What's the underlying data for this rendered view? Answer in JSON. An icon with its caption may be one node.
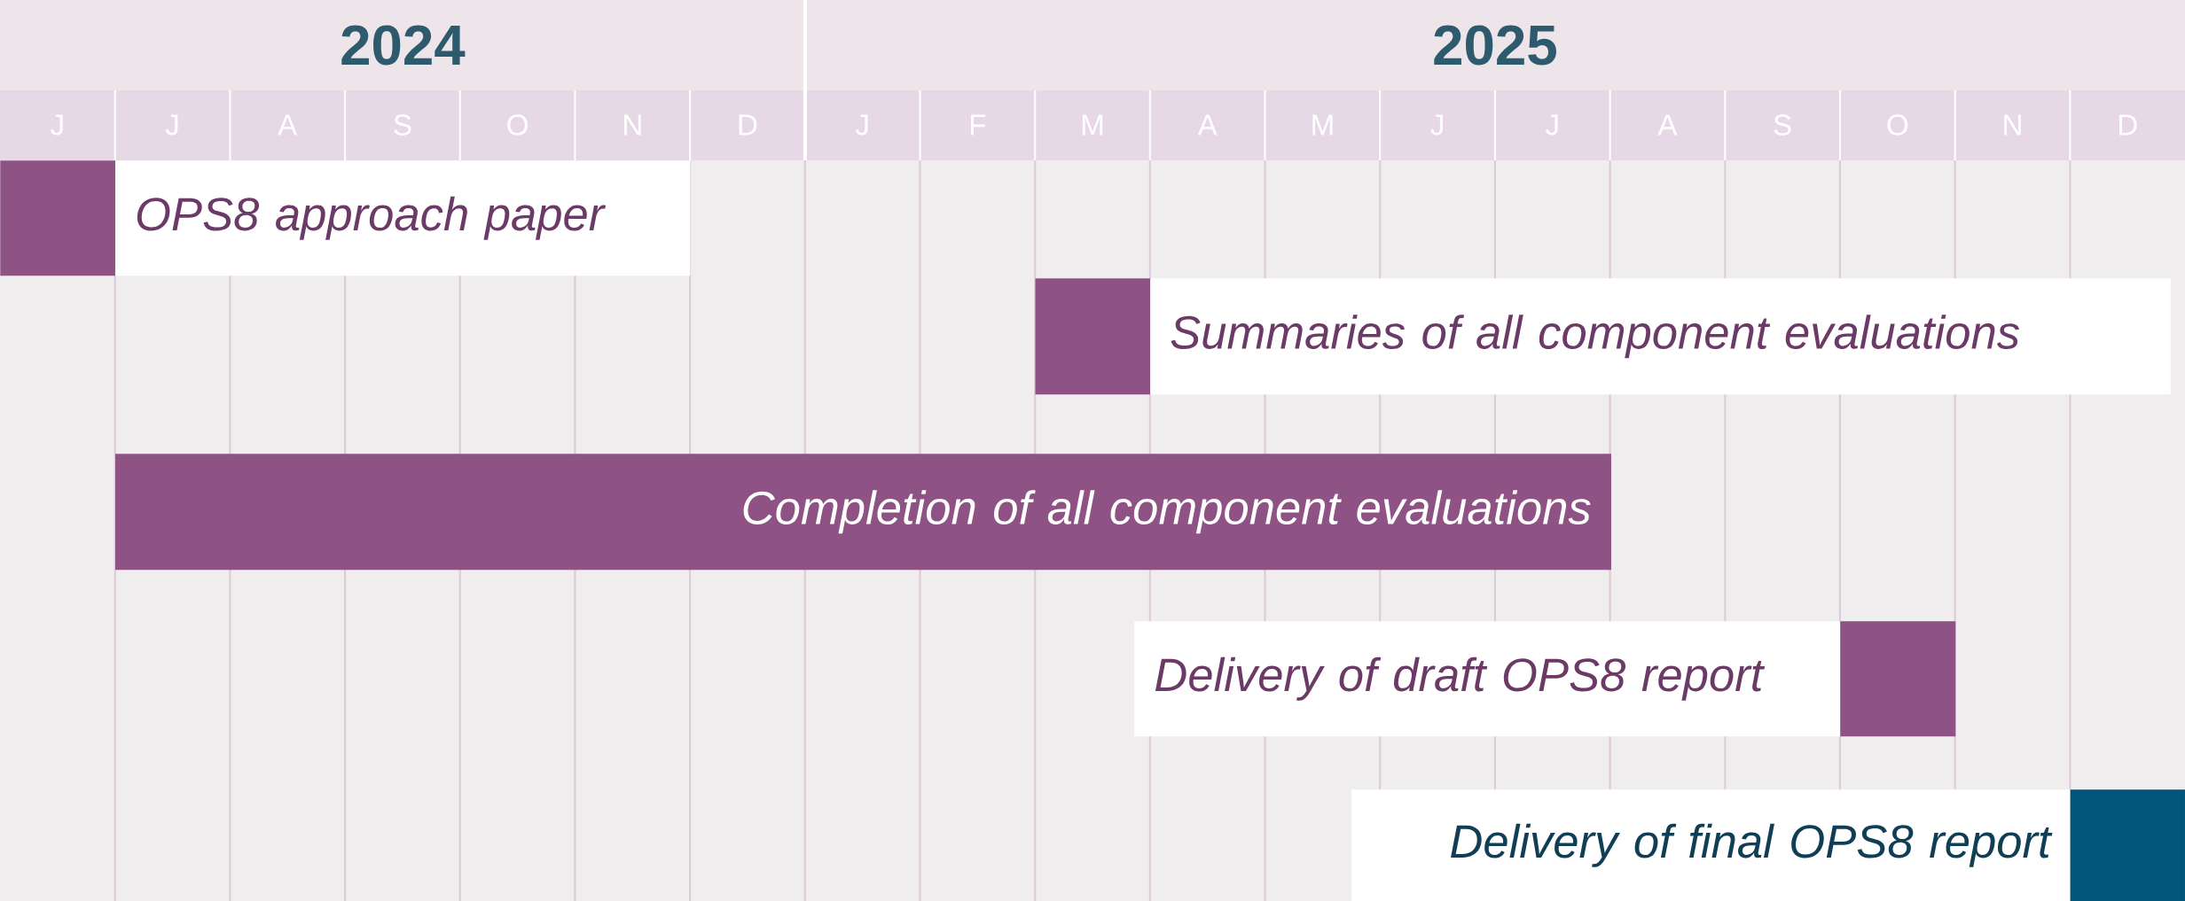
{
  "diagram": {
    "nodes": [
      {
        "text": [],
        "shape": "box"
      },
      {
        "text": [
          "OPS8 approach paper"
        ]
      },
      {
        "text": [],
        "shape": "box"
      },
      {
        "text": [
          "Summaries of all component evaluations"
        ]
      },
      {
        "text": [
          "Completion of all component evaluations"
        ]
      },
      {
        "text": [
          "Delivery of draft OPS8 report"
        ]
      },
      {
        "text": [],
        "shape": "box"
      },
      {
        "text": [
          "Delivery of final OPS8 report"
        ]
      },
      {
        "text": [],
        "shape": "box"
      }
    ],
    "labels": [
      "2024",
      "2025",
      "J",
      "J",
      "A",
      "S",
      "O",
      "N",
      "D",
      "J",
      "F",
      "M",
      "A",
      "M",
      "J",
      "J",
      "A",
      "S",
      "O",
      "N",
      "D"
    ]
  }
}
